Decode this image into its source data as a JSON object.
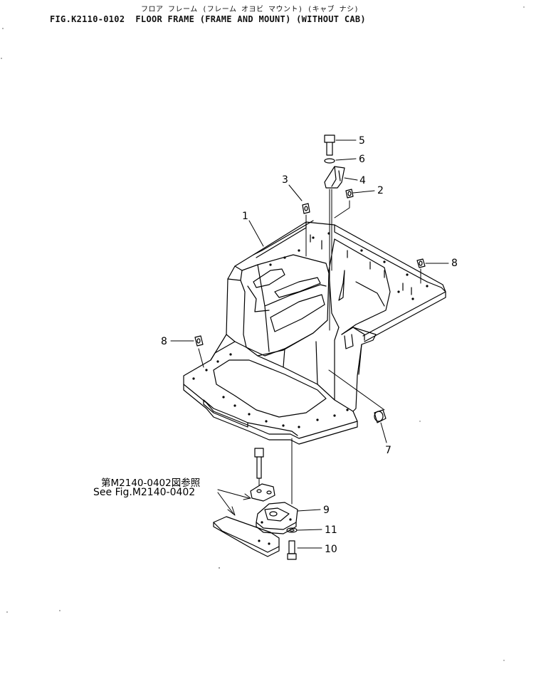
{
  "header": {
    "title_jp": "フロア フレーム (フレーム オヨビ マウント) (キャブ ナシ)",
    "title_en": "FIG.K2110-0102  FLOOR FRAME (FRAME AND MOUNT) (WITHOUT CAB)"
  },
  "reference": {
    "jp": "第M2140-0402図参照",
    "en": "See Fig.M2140-0402"
  },
  "callouts": {
    "c1": "1",
    "c2": "2",
    "c3": "3",
    "c4": "4",
    "c5": "5",
    "c6": "6",
    "c7": "7",
    "c8a": "8",
    "c8b": "8",
    "c9": "9",
    "c10": "10",
    "c11": "11"
  }
}
